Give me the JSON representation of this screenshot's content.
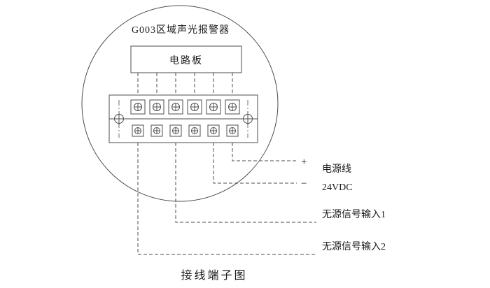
{
  "device": {
    "title": "G003区域声光报警器",
    "board_label": "电路板",
    "terminal_block": {
      "rows": 2,
      "columns": 6
    }
  },
  "connections": {
    "plus_sign": "+",
    "minus_sign": "−",
    "power_line_label": "电源线",
    "voltage_label": "24VDC",
    "signal_input_1_label": "无源信号输入1",
    "signal_input_2_label": "无源信号输入2"
  },
  "page": {
    "caption": "接线端子图"
  },
  "colors": {
    "line": "#4d4d4d",
    "text": "#1a1a1a",
    "background": "#ffffff"
  }
}
